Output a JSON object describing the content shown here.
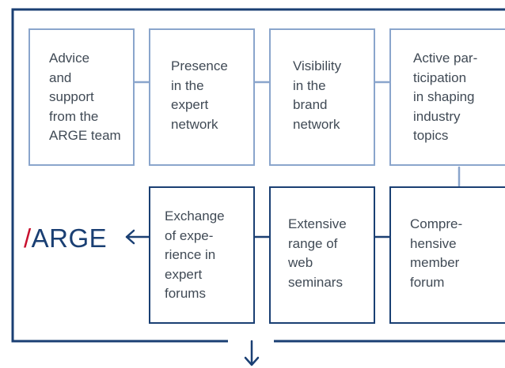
{
  "colors": {
    "frame": "#1a3f73",
    "box_border_light": "#8aa5cc",
    "box_border_dark": "#1a3f73",
    "text": "#404a55",
    "logo_slash": "#c8102e",
    "logo_text": "#1a3f73"
  },
  "logo": {
    "slash": "/",
    "text": "ARGE"
  },
  "steps": [
    {
      "label": "Advice\nand\nsupport\nfrom the\nARGE team"
    },
    {
      "label": "Presence\nin the\nexpert\nnetwork"
    },
    {
      "label": "Visibility\nin the\nbrand\nnetwork"
    },
    {
      "label": "Active par-\nticipation\nin shaping\nindustry\ntopics"
    },
    {
      "label": "Compre-\nhensive\nmember\nforum"
    },
    {
      "label": "Extensive\nrange of\nweb\nseminars"
    },
    {
      "label": "Exchange\nof expe-\nrience in\nexpert\nforums"
    }
  ],
  "icons": {
    "flow_arrow": "arrow-icon",
    "exit_arrow": "arrow-down-icon"
  }
}
